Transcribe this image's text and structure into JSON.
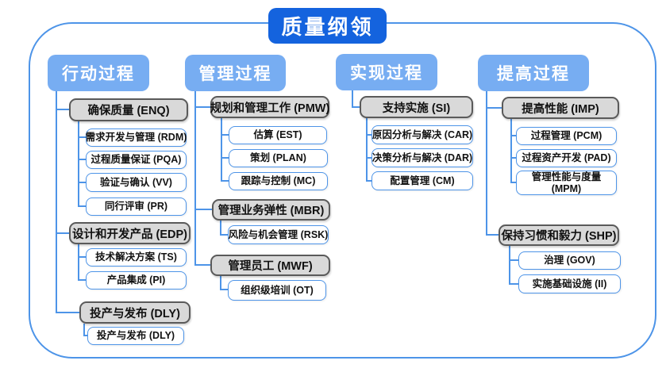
{
  "title": "质量纲领",
  "colors": {
    "title_bg": "#1463DE",
    "header_bg": "#77ADF2",
    "line": "#4D94E8",
    "group_bg": "#D9D9D9",
    "group_border": "#5A5A5A"
  },
  "columns": [
    {
      "header": "行动过程",
      "groups": [
        {
          "title": "确保质量 (ENQ)",
          "children": [
            "需求开发与管理 (RDM)",
            "过程质量保证 (PQA)",
            "验证与确认 (VV)",
            "同行评审 (PR)"
          ]
        },
        {
          "title": "设计和开发产品 (EDP)",
          "children": [
            "技术解决方案 (TS)",
            "产品集成 (PI)"
          ]
        },
        {
          "title": "投产与发布 (DLY)",
          "children": [
            "投产与发布 (DLY)"
          ]
        }
      ]
    },
    {
      "header": "管理过程",
      "groups": [
        {
          "title": "规划和管理工作 (PMW)",
          "children": [
            "估算 (EST)",
            "策划 (PLAN)",
            "跟踪与控制 (MC)"
          ]
        },
        {
          "title": "管理业务弹性 (MBR)",
          "children": [
            "风险与机会管理 (RSK)"
          ]
        },
        {
          "title": "管理员工 (MWF)",
          "children": [
            "组织级培训 (OT)"
          ]
        }
      ]
    },
    {
      "header": "实现过程",
      "groups": [
        {
          "title": "支持实施 (SI)",
          "children": [
            "原因分析与解决 (CAR)",
            "决策分析与解决 (DAR)",
            "配置管理 (CM)"
          ]
        }
      ]
    },
    {
      "header": "提高过程",
      "groups": [
        {
          "title": "提高性能 (IMP)",
          "children": [
            "过程管理 (PCM)",
            "过程资产开发 (PAD)",
            "管理性能与度量\n(MPM)"
          ]
        },
        {
          "title": "保持习惯和毅力 (SHP)",
          "children": [
            "治理 (GOV)",
            "实施基础设施 (II)"
          ]
        }
      ]
    }
  ]
}
